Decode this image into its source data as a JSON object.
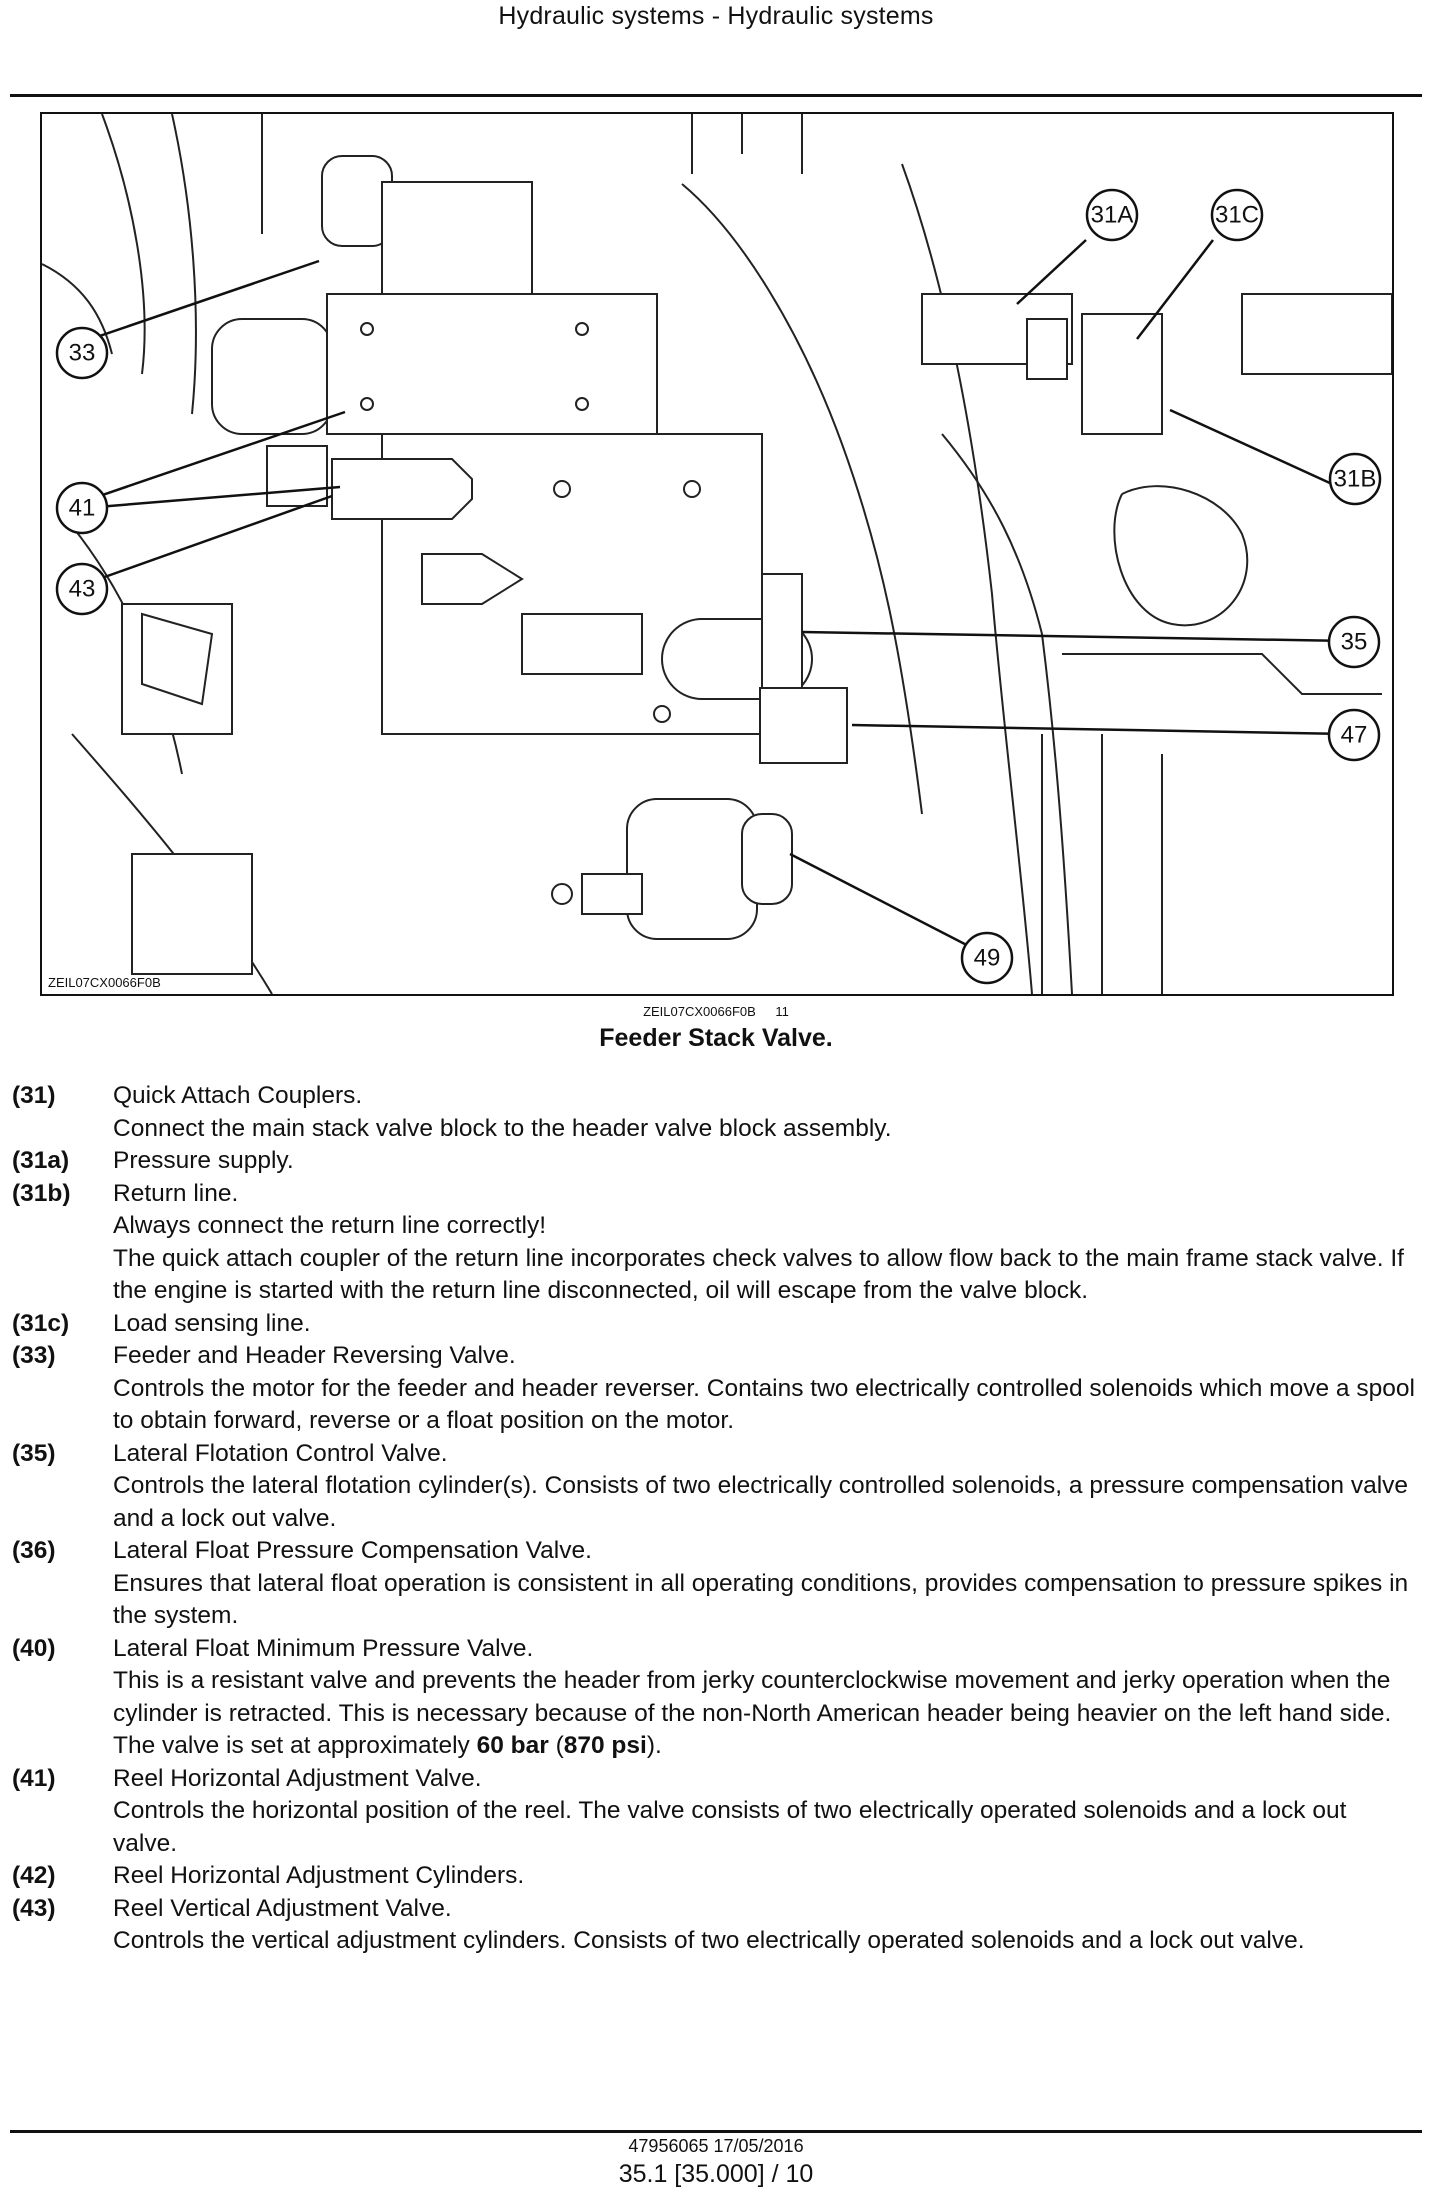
{
  "header": {
    "title": "Hydraulic systems - Hydraulic systems"
  },
  "figure": {
    "code_inside": "ZEIL07CX0066F0B",
    "code_below": "ZEIL07CX0066F0B",
    "number": "11",
    "title": "Feeder Stack Valve.",
    "callouts": [
      "31A",
      "31C",
      "33",
      "31B",
      "41",
      "43",
      "35",
      "47",
      "49"
    ]
  },
  "legend": [
    {
      "num": "(31)",
      "lines": [
        "Quick Attach Couplers.",
        "Connect the main stack valve block to the header valve block assembly."
      ]
    },
    {
      "num": "(31a)",
      "lines": [
        "Pressure supply."
      ]
    },
    {
      "num": "(31b)",
      "lines": [
        "Return line.",
        "Always connect the return line correctly!",
        "The quick attach coupler of the return line incorporates check valves to allow flow back to the main frame stack valve. If the engine is started with the return line disconnected, oil will escape from the valve block."
      ]
    },
    {
      "num": "(31c)",
      "lines": [
        "Load sensing line."
      ]
    },
    {
      "num": "(33)",
      "lines": [
        "Feeder and Header Reversing Valve.",
        "Controls the motor for the feeder and header reverser. Contains two electrically controlled solenoids which move a spool to obtain forward, reverse or a float position on the motor."
      ]
    },
    {
      "num": "(35)",
      "lines": [
        "Lateral Flotation Control Valve.",
        "Controls the lateral flotation cylinder(s).  Consists of two electrically controlled solenoids, a pressure compensation valve and a lock out valve."
      ]
    },
    {
      "num": "(36)",
      "lines": [
        "Lateral Float Pressure Compensation Valve.",
        "Ensures that lateral float operation is consistent in all operating conditions, provides compensation to pressure spikes in the system."
      ]
    },
    {
      "num": "(40)",
      "lines": [
        "Lateral Float Minimum Pressure Valve."
      ],
      "rich": {
        "before": "This is a resistant valve and prevents the header from jerky counterclockwise movement and jerky operation when the cylinder is retracted. This is necessary because of the non-North American header being heavier on the left hand side. The valve is set at approximately ",
        "bold1": "60 bar",
        "mid": " (",
        "bold2": "870 psi",
        "after": ")."
      }
    },
    {
      "num": "(41)",
      "lines": [
        "Reel Horizontal Adjustment Valve.",
        "Controls the horizontal position of the reel.  The valve consists of two electrically operated solenoids and a lock out valve."
      ]
    },
    {
      "num": "(42)",
      "lines": [
        "Reel Horizontal Adjustment Cylinders."
      ]
    },
    {
      "num": "(43)",
      "lines": [
        "Reel Vertical Adjustment Valve.",
        "Controls the vertical adjustment cylinders.  Consists of two electrically operated solenoids and a lock out valve."
      ]
    }
  ],
  "footer": {
    "doc": "47956065 17/05/2016",
    "page": "35.1 [35.000] / 10"
  }
}
